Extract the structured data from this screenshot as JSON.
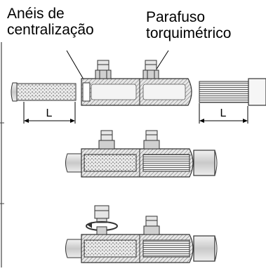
{
  "labels": {
    "centering_rings": [
      "Anéis de",
      "centralização"
    ],
    "torque_bolt": [
      "Parafuso",
      "torquimétrico"
    ]
  },
  "dimension_label": "L"
}
